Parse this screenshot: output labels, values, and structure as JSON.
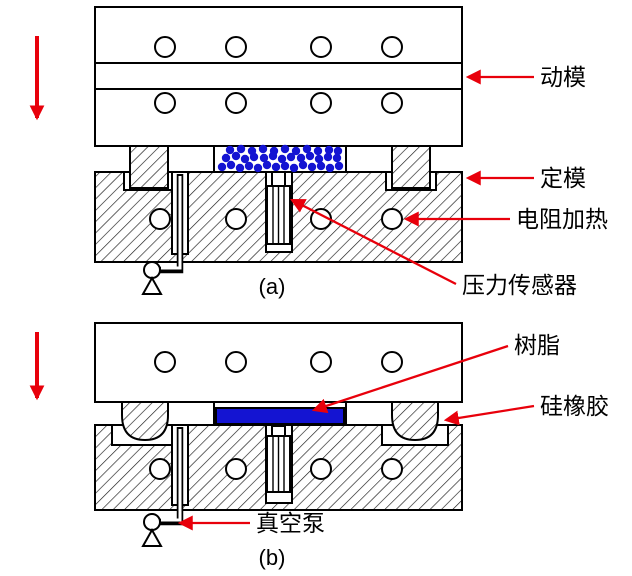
{
  "figure": {
    "panel_a": {
      "caption": "(a)",
      "labels": {
        "moving_mold": "动模",
        "fixed_mold": "定模",
        "resistance_heating": "电阻加热",
        "pressure_sensor": "压力传感器"
      }
    },
    "panel_b": {
      "caption": "(b)",
      "labels": {
        "resin": "树脂",
        "silicone_rubber": "硅橡胶",
        "vacuum_pump": "真空泵"
      }
    },
    "icons": {
      "press_direction_a": "down-arrow",
      "press_direction_b": "down-arrow",
      "pump_symbol": "vacuum-pump-symbol"
    }
  },
  "colors": {
    "diagram_line": "#000000",
    "annotation_red": "#e8000b",
    "resin_blue": "#1414d2",
    "background": "#ffffff"
  }
}
